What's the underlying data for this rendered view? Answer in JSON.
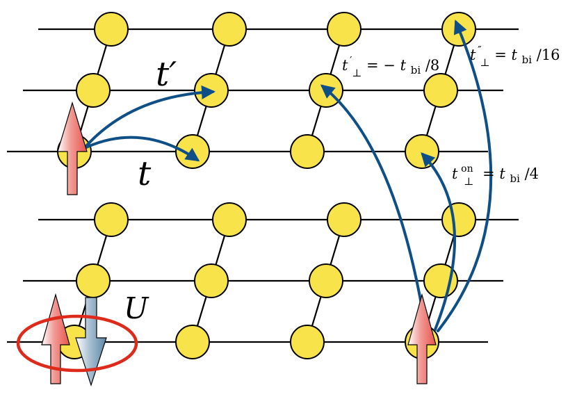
{
  "labels": {
    "t_prime": "t′",
    "t": "t",
    "U": "U",
    "t_perp_prime": {
      "sym": "t",
      "sup": "′",
      "sub": "⊥",
      "eq": " = − ",
      "sym2": "t",
      "sub2": "bi",
      "tail": "/8"
    },
    "t_perp_dprime": {
      "sym": "t",
      "sup": "″",
      "sub": "⊥",
      "eq": " = ",
      "sym2": "t",
      "sub2": "bi",
      "tail": "/16"
    },
    "t_perp_on": {
      "sym": "t",
      "sup": "on",
      "sub": "⊥",
      "eq": " = ",
      "sym2": "t",
      "sub2": "bi",
      "tail": "/4"
    }
  },
  "colors": {
    "site": "#f8e34b",
    "hop_arrow": "#0d4f86",
    "spin_up": "#e8534e",
    "spin_down": "#5d87a8",
    "interaction_ring": "#de2a1a",
    "bond": "#000000"
  }
}
